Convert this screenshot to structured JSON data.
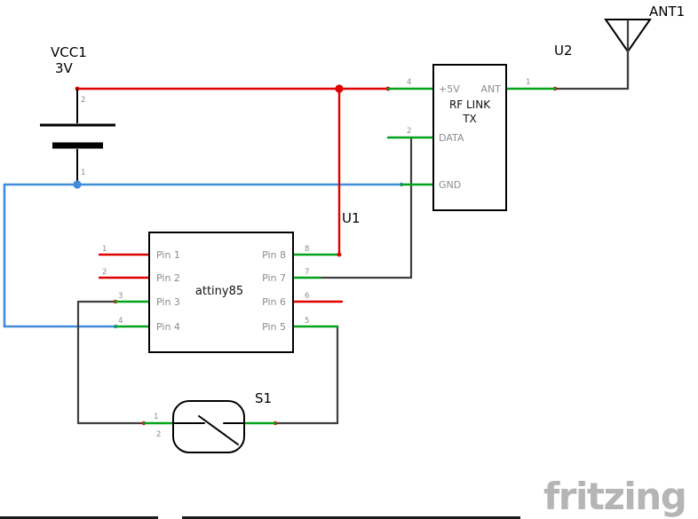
{
  "colors": {
    "wire_red": "#e00000",
    "wire_green": "#00a31a",
    "wire_blue": "#418dd9",
    "wire_black": "#404040",
    "component_outline": "#000000",
    "pin_text_gray": "#8c8c8c",
    "watermark_gray": "#b5b5b5",
    "background": "#ffffff"
  },
  "battery": {
    "designator": "VCC1",
    "voltage": "3V",
    "pin_top_number": "2",
    "pin_bottom_number": "1"
  },
  "mcu": {
    "designator": "U1",
    "name": "attiny85",
    "left_pins": [
      {
        "label": "Pin 1",
        "number": "1"
      },
      {
        "label": "Pin 2",
        "number": "2"
      },
      {
        "label": "Pin 3",
        "number": "3"
      },
      {
        "label": "Pin 4",
        "number": "4"
      }
    ],
    "right_pins": [
      {
        "label": "Pin 8",
        "number": "8"
      },
      {
        "label": "Pin 7",
        "number": "7"
      },
      {
        "label": "Pin 6",
        "number": "6"
      },
      {
        "label": "Pin 5",
        "number": "5"
      }
    ]
  },
  "rf_module": {
    "designator": "U2",
    "name_line1": "RF LINK",
    "name_line2": "TX",
    "pin_5v": {
      "label": "+5V",
      "number": "4"
    },
    "pin_ant": {
      "label": "ANT",
      "number": "1"
    },
    "pin_data": {
      "label": "DATA",
      "number": "2"
    },
    "pin_gnd": {
      "label": "GND"
    }
  },
  "antenna": {
    "designator": "ANT1"
  },
  "pushbutton": {
    "designator": "S1",
    "pin_numbers": [
      "1",
      "2"
    ]
  },
  "watermark_text": "fritzing"
}
